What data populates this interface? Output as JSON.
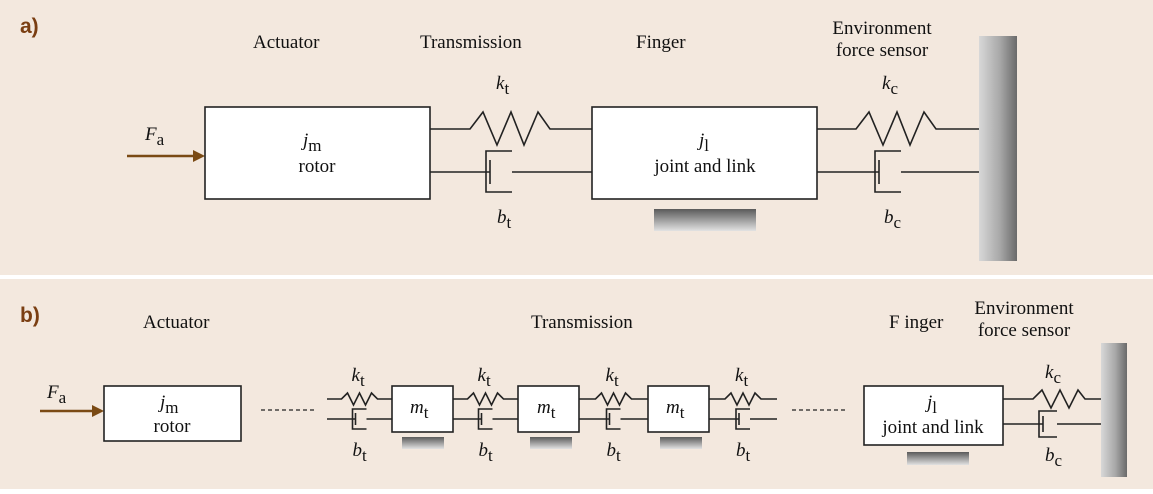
{
  "panel_a": {
    "tag": "a)",
    "headers": {
      "actuator": "Actuator",
      "transmission": "Transmission",
      "finger": "Finger",
      "environment_line1": "Environment",
      "environment_line2": "force sensor"
    },
    "force": {
      "sym": "F",
      "sub": "a"
    },
    "rotor_box": {
      "sym": "j",
      "sub": "m",
      "label": "rotor"
    },
    "finger_box": {
      "sym": "j",
      "sub": "l",
      "label": "joint and link"
    },
    "spring_t": {
      "sym": "k",
      "sub": "t"
    },
    "damper_t": {
      "sym": "b",
      "sub": "t"
    },
    "spring_c": {
      "sym": "k",
      "sub": "c"
    },
    "damper_c": {
      "sym": "b",
      "sub": "c"
    }
  },
  "panel_b": {
    "tag": "b)",
    "headers": {
      "actuator": "Actuator",
      "transmission": "Transmission",
      "finger": "F inger",
      "environment_line1": "Environment",
      "environment_line2": "force sensor"
    },
    "force": {
      "sym": "F",
      "sub": "a"
    },
    "rotor_box": {
      "sym": "j",
      "sub": "m",
      "label": "rotor"
    },
    "mass": {
      "sym": "m",
      "sub": "t"
    },
    "spring_t": {
      "sym": "k",
      "sub": "t"
    },
    "damper_t": {
      "sym": "b",
      "sub": "t"
    },
    "finger_box": {
      "sym": "j",
      "sub": "l",
      "label": "joint and link"
    },
    "spring_c": {
      "sym": "k",
      "sub": "c"
    },
    "damper_c": {
      "sym": "b",
      "sub": "c"
    }
  },
  "colors": {
    "background": "#f3e8de",
    "arrow": "#7a4a14",
    "panel_label": "#7a3e12",
    "line": "#222222",
    "box_fill": "#ffffff"
  }
}
